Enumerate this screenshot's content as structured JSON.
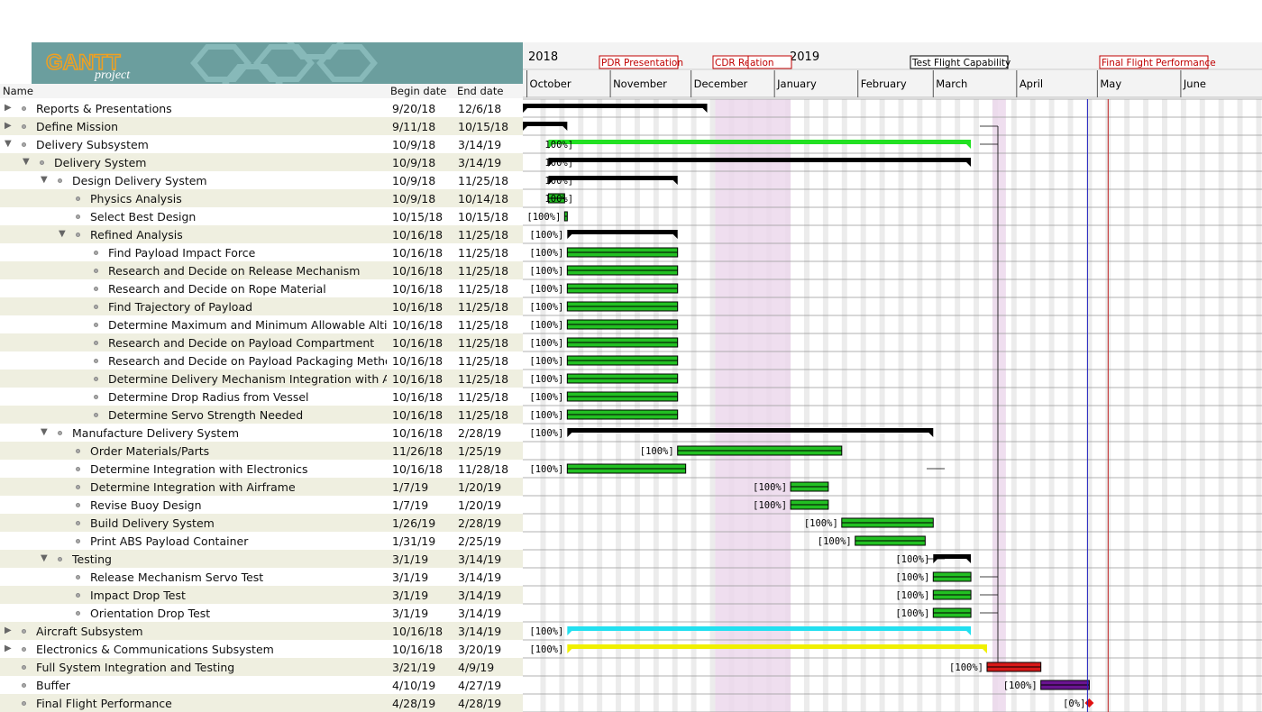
{
  "logo": {
    "main": "GANTT",
    "sub": "project"
  },
  "columns": {
    "name": "Name",
    "begin": "Begin date",
    "end": "End date"
  },
  "timeline": {
    "years": [
      "2018",
      "2019"
    ],
    "months": [
      "October",
      "November",
      "December",
      "January",
      "February",
      "March",
      "April",
      "May",
      "June"
    ],
    "milestones": [
      "PDR Presentation",
      "CDR Report",
      "ation",
      "Test Flight Capability",
      "Final Flight Performance"
    ]
  },
  "tasks": [
    {
      "name": "Reports & Presentations",
      "begin": "9/20/18",
      "end": "12/6/18",
      "level": 0,
      "toggle": "collapsed",
      "progress": "",
      "color": "#000000",
      "kind": "summary"
    },
    {
      "name": "Define Mission",
      "begin": "9/11/18",
      "end": "10/15/18",
      "level": 0,
      "toggle": "collapsed",
      "progress": "",
      "color": "#000000",
      "kind": "summary"
    },
    {
      "name": "Delivery Subsystem",
      "begin": "10/9/18",
      "end": "3/14/19",
      "level": 0,
      "toggle": "expanded",
      "progress": "100%]",
      "color": "#22e022",
      "kind": "summary"
    },
    {
      "name": "Delivery System",
      "begin": "10/9/18",
      "end": "3/14/19",
      "level": 1,
      "toggle": "expanded",
      "progress": "100%]",
      "color": "#000000",
      "kind": "summary"
    },
    {
      "name": "Design Delivery System",
      "begin": "10/9/18",
      "end": "11/25/18",
      "level": 2,
      "toggle": "expanded",
      "progress": "100%]",
      "color": "#000000",
      "kind": "summary"
    },
    {
      "name": "Physics Analysis",
      "begin": "10/9/18",
      "end": "10/14/18",
      "level": 3,
      "toggle": "",
      "progress": "100%]",
      "color": "#22c022",
      "kind": "task"
    },
    {
      "name": "Select Best Design",
      "begin": "10/15/18",
      "end": "10/15/18",
      "level": 3,
      "toggle": "",
      "progress": "[100%]",
      "color": "#22c022",
      "kind": "task"
    },
    {
      "name": "Refined Analysis",
      "begin": "10/16/18",
      "end": "11/25/18",
      "level": 3,
      "toggle": "expanded",
      "progress": "[100%]",
      "color": "#000000",
      "kind": "summary"
    },
    {
      "name": "Find Payload Impact Force",
      "begin": "10/16/18",
      "end": "11/25/18",
      "level": 4,
      "toggle": "",
      "progress": "[100%]",
      "color": "#22c022",
      "kind": "task"
    },
    {
      "name": "Research and Decide on Release Mechanism",
      "begin": "10/16/18",
      "end": "11/25/18",
      "level": 4,
      "toggle": "",
      "progress": "[100%]",
      "color": "#22c022",
      "kind": "task"
    },
    {
      "name": "Research and Decide on Rope Material",
      "begin": "10/16/18",
      "end": "11/25/18",
      "level": 4,
      "toggle": "",
      "progress": "[100%]",
      "color": "#22c022",
      "kind": "task"
    },
    {
      "name": "Find Trajectory of Payload",
      "begin": "10/16/18",
      "end": "11/25/18",
      "level": 4,
      "toggle": "",
      "progress": "[100%]",
      "color": "#22c022",
      "kind": "task"
    },
    {
      "name": "Determine Maximum and Minimum Allowable Altitude",
      "begin": "10/16/18",
      "end": "11/25/18",
      "level": 4,
      "toggle": "",
      "progress": "[100%]",
      "color": "#22c022",
      "kind": "task"
    },
    {
      "name": "Research and Decide on Payload Compartment",
      "begin": "10/16/18",
      "end": "11/25/18",
      "level": 4,
      "toggle": "",
      "progress": "[100%]",
      "color": "#22c022",
      "kind": "task"
    },
    {
      "name": "Research and Decide on Payload Packaging Method",
      "begin": "10/16/18",
      "end": "11/25/18",
      "level": 4,
      "toggle": "",
      "progress": "[100%]",
      "color": "#22c022",
      "kind": "task"
    },
    {
      "name": "Determine Delivery Mechanism Integration with Airc...",
      "begin": "10/16/18",
      "end": "11/25/18",
      "level": 4,
      "toggle": "",
      "progress": "[100%]",
      "color": "#22c022",
      "kind": "task"
    },
    {
      "name": "Determine Drop Radius from Vessel",
      "begin": "10/16/18",
      "end": "11/25/18",
      "level": 4,
      "toggle": "",
      "progress": "[100%]",
      "color": "#22c022",
      "kind": "task"
    },
    {
      "name": "Determine Servo Strength Needed",
      "begin": "10/16/18",
      "end": "11/25/18",
      "level": 4,
      "toggle": "",
      "progress": "[100%]",
      "color": "#22c022",
      "kind": "task"
    },
    {
      "name": "Manufacture Delivery System",
      "begin": "10/16/18",
      "end": "2/28/19",
      "level": 2,
      "toggle": "expanded",
      "progress": "[100%]",
      "color": "#000000",
      "kind": "summary"
    },
    {
      "name": "Order Materials/Parts",
      "begin": "11/26/18",
      "end": "1/25/19",
      "level": 3,
      "toggle": "",
      "progress": "[100%]",
      "color": "#22c022",
      "kind": "task"
    },
    {
      "name": "Determine Integration with Electronics",
      "begin": "10/16/18",
      "end": "11/28/18",
      "level": 3,
      "toggle": "",
      "progress": "[100%]",
      "color": "#22c022",
      "kind": "task"
    },
    {
      "name": "Determine Integration with Airframe",
      "begin": "1/7/19",
      "end": "1/20/19",
      "level": 3,
      "toggle": "",
      "progress": "[100%]",
      "color": "#22c022",
      "kind": "task"
    },
    {
      "name": "Revise Buoy Design",
      "begin": "1/7/19",
      "end": "1/20/19",
      "level": 3,
      "toggle": "",
      "progress": "[100%]",
      "color": "#22c022",
      "kind": "task"
    },
    {
      "name": "Build Delivery System",
      "begin": "1/26/19",
      "end": "2/28/19",
      "level": 3,
      "toggle": "",
      "progress": "[100%]",
      "color": "#22c022",
      "kind": "task"
    },
    {
      "name": "Print ABS Payload Container",
      "begin": "1/31/19",
      "end": "2/25/19",
      "level": 3,
      "toggle": "",
      "progress": "[100%]",
      "color": "#22c022",
      "kind": "task"
    },
    {
      "name": "Testing",
      "begin": "3/1/19",
      "end": "3/14/19",
      "level": 2,
      "toggle": "expanded",
      "progress": "[100%]",
      "color": "#000000",
      "kind": "summary"
    },
    {
      "name": "Release Mechanism Servo Test",
      "begin": "3/1/19",
      "end": "3/14/19",
      "level": 3,
      "toggle": "",
      "progress": "[100%]",
      "color": "#22c022",
      "kind": "task"
    },
    {
      "name": "Impact Drop Test",
      "begin": "3/1/19",
      "end": "3/14/19",
      "level": 3,
      "toggle": "",
      "progress": "[100%]",
      "color": "#22c022",
      "kind": "task"
    },
    {
      "name": "Orientation Drop Test",
      "begin": "3/1/19",
      "end": "3/14/19",
      "level": 3,
      "toggle": "",
      "progress": "[100%]",
      "color": "#22c022",
      "kind": "task"
    },
    {
      "name": "Aircraft Subsystem",
      "begin": "10/16/18",
      "end": "3/14/19",
      "level": 0,
      "toggle": "collapsed",
      "progress": "[100%]",
      "color": "#22e0f0",
      "kind": "summary"
    },
    {
      "name": "Electronics & Communications Subsystem",
      "begin": "10/16/18",
      "end": "3/20/19",
      "level": 0,
      "toggle": "collapsed",
      "progress": "[100%]",
      "color": "#f0f000",
      "kind": "summary"
    },
    {
      "name": "Full System Integration and Testing",
      "begin": "3/21/19",
      "end": "4/9/19",
      "level": 0,
      "toggle": "",
      "progress": "[100%]",
      "color": "#d81818",
      "kind": "task"
    },
    {
      "name": "Buffer",
      "begin": "4/10/19",
      "end": "4/27/19",
      "level": 0,
      "toggle": "",
      "progress": "[100%]",
      "color": "#6a1490",
      "kind": "task"
    },
    {
      "name": "Final Flight Performance",
      "begin": "4/28/19",
      "end": "4/28/19",
      "level": 0,
      "toggle": "",
      "progress": "[0%]",
      "color": "#e01010",
      "kind": "milestone"
    }
  ],
  "colors": {
    "grid_line": "#999999",
    "holiday": "#ecd8ec",
    "today_line": "#2020c0",
    "deadline_line": "#c02020",
    "logo_bg": "#6b9e9e",
    "logo_text": "#f0a020"
  }
}
